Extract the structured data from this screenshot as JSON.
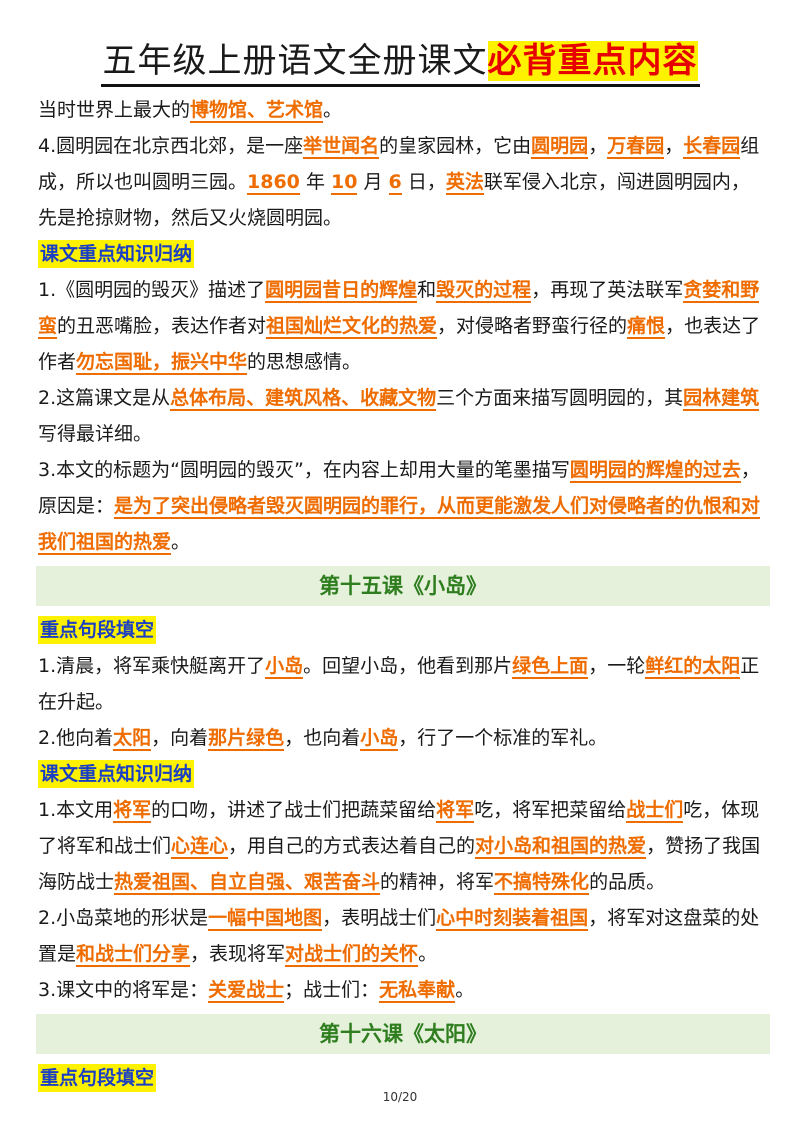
{
  "title": {
    "main": "五年级上册语文全册课文",
    "highlight": "必背重点内容"
  },
  "blocks": [
    {
      "type": "para",
      "segs": [
        [
          "当时世界上最大的",
          false
        ],
        [
          "博物馆、艺术馆",
          true
        ],
        [
          "。",
          false
        ]
      ]
    },
    {
      "type": "para",
      "segs": [
        [
          "4.圆明园在北京西北郊，是一座",
          false
        ],
        [
          "举世闻名",
          true
        ],
        [
          "的皇家园林，它由",
          false
        ],
        [
          "圆明园",
          true
        ],
        [
          "，",
          false
        ],
        [
          "万春园",
          true
        ],
        [
          "，",
          false
        ],
        [
          "长春园",
          true
        ],
        [
          "组成，所以也叫圆明三园。",
          false
        ],
        [
          "1860",
          true
        ],
        [
          " 年 ",
          false
        ],
        [
          "10",
          true
        ],
        [
          " 月 ",
          false
        ],
        [
          "6",
          true
        ],
        [
          " 日，",
          false
        ],
        [
          "英法",
          true
        ],
        [
          "联军侵入北京，闯进圆明园内，先是抢掠财物，然后又火烧圆明园。",
          false
        ]
      ]
    },
    {
      "type": "section",
      "text": "课文重点知识归纳"
    },
    {
      "type": "para",
      "segs": [
        [
          "1.《圆明园的毁灭》描述了",
          false
        ],
        [
          "圆明园昔日的辉煌",
          true
        ],
        [
          "和",
          false
        ],
        [
          "毁灭的过程",
          true
        ],
        [
          "，再现了英法联军",
          false
        ],
        [
          "贪婪和野蛮",
          true
        ],
        [
          "的丑恶嘴脸，表达作者对",
          false
        ],
        [
          "祖国灿烂文化的热爱",
          true
        ],
        [
          "，对侵略者野蛮行径的",
          false
        ],
        [
          "痛恨",
          true
        ],
        [
          "，也表达了作者",
          false
        ],
        [
          "勿忘国耻，振兴中华",
          true
        ],
        [
          "的思想感情。",
          false
        ]
      ]
    },
    {
      "type": "para",
      "segs": [
        [
          "2.这篇课文是从",
          false
        ],
        [
          "总体布局、建筑风格、收藏文物",
          true
        ],
        [
          "三个方面来描写圆明园的，其",
          false
        ],
        [
          "园林建筑",
          true
        ],
        [
          "写得最详细。",
          false
        ]
      ]
    },
    {
      "type": "para",
      "segs": [
        [
          "3.本文的标题为“圆明园的毁灭”，在内容上却用大量的笔墨描写",
          false
        ],
        [
          "圆明园的辉煌的过去",
          true
        ],
        [
          "，原因是：",
          false
        ],
        [
          "是为了突出侵略者毁灭圆明园的罪行，从而更能激发人们对侵略者的仇恨和对我们祖国的热爱",
          true
        ],
        [
          "。",
          false
        ]
      ]
    },
    {
      "type": "band",
      "text": "第十五课《小岛》"
    },
    {
      "type": "section",
      "text": "重点句段填空"
    },
    {
      "type": "para",
      "segs": [
        [
          "1.清晨，将军乘快艇离开了",
          false
        ],
        [
          "小岛",
          true
        ],
        [
          "。回望小岛，他看到那片",
          false
        ],
        [
          "绿色上面",
          true
        ],
        [
          "，一轮",
          false
        ],
        [
          "鲜红的太阳",
          true
        ],
        [
          "正在升起。",
          false
        ]
      ]
    },
    {
      "type": "para",
      "segs": [
        [
          "2.他向着",
          false
        ],
        [
          "太阳",
          true
        ],
        [
          "，向着",
          false
        ],
        [
          "那片绿色",
          true
        ],
        [
          "，也向着",
          false
        ],
        [
          "小岛",
          true
        ],
        [
          "，行了一个标准的军礼。",
          false
        ]
      ]
    },
    {
      "type": "section",
      "text": "课文重点知识归纳"
    },
    {
      "type": "para",
      "segs": [
        [
          "1.本文用",
          false
        ],
        [
          "将军",
          true
        ],
        [
          "的口吻，讲述了战士们把蔬菜留给",
          false
        ],
        [
          "将军",
          true
        ],
        [
          "吃，将军把菜留给",
          false
        ],
        [
          "战士们",
          true
        ],
        [
          "吃，体现了将军和战士们",
          false
        ],
        [
          "心连心",
          true
        ],
        [
          "，用自己的方式表达着自己的",
          false
        ],
        [
          "对小岛和祖国的热爱",
          true
        ],
        [
          "，赞扬了我国海防战士",
          false
        ],
        [
          "热爱祖国、自立自强、艰苦奋斗",
          true
        ],
        [
          "的精神，将军",
          false
        ],
        [
          "不搞特殊化",
          true
        ],
        [
          "的品质。",
          false
        ]
      ]
    },
    {
      "type": "para",
      "segs": [
        [
          "2.小岛菜地的形状是",
          false
        ],
        [
          "一幅中国地图",
          true
        ],
        [
          "，表明战士们",
          false
        ],
        [
          "心中时刻装着祖国",
          true
        ],
        [
          "，将军对这盘菜的处置是",
          false
        ],
        [
          "和战士们分享",
          true
        ],
        [
          "，表现将军",
          false
        ],
        [
          "对战士们的关怀",
          true
        ],
        [
          "。",
          false
        ]
      ]
    },
    {
      "type": "para",
      "segs": [
        [
          "3.课文中的将军是：",
          false
        ],
        [
          "关爱战士",
          true
        ],
        [
          "；战士们：",
          false
        ],
        [
          "无私奉献",
          true
        ],
        [
          "。",
          false
        ]
      ]
    },
    {
      "type": "band",
      "text": "第十六课《太阳》"
    },
    {
      "type": "section",
      "text": "重点句段填空"
    }
  ],
  "footer": {
    "page": "10/20"
  }
}
